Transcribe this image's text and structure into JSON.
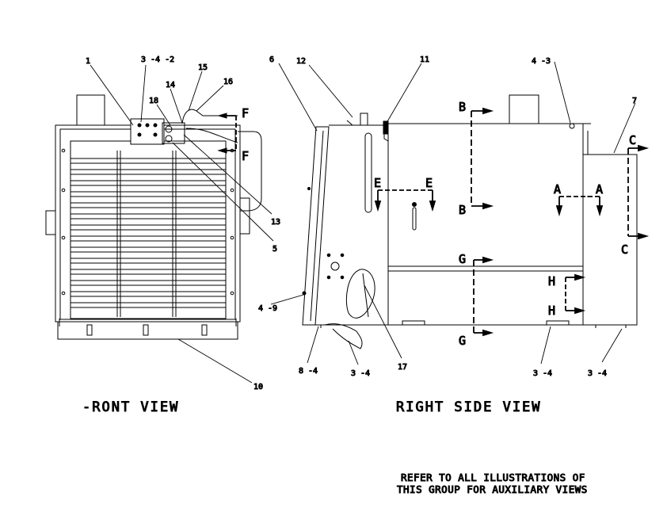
{
  "views": {
    "front_title": "-RONT VIEW",
    "side_title": "RIGHT SIDE VIEW"
  },
  "note_lines": [
    "REFER TO ALL ILLUSTRATIONS OF",
    "THIS GROUP FOR AUXILIARY VIEWS"
  ],
  "callouts": {
    "c1": "1",
    "c3_4_2": "3 -4 -2",
    "c15": "15",
    "c16": "16",
    "c14": "14",
    "c18": "18",
    "c13": "13",
    "c5": "5",
    "c10": "10",
    "c6": "6",
    "c12": "12",
    "c11": "11",
    "c4_3": "4 -3",
    "c7": "7",
    "c4_9": "4 -9",
    "c8_4": "8 -4",
    "c3_4a": "3 -4",
    "c17": "17",
    "c3_4b": "3 -4",
    "c3_4c": "3 -4"
  },
  "section_markers": {
    "F_top": "F",
    "F_bot": "F",
    "B_top": "B",
    "B_bot": "B",
    "E_left": "E",
    "E_right": "E",
    "A_left": "A",
    "A_right": "A",
    "C_top": "C",
    "C_bot": "C",
    "G_top": "G",
    "G_bot": "G",
    "H_top": "H",
    "H_bot": "H"
  }
}
